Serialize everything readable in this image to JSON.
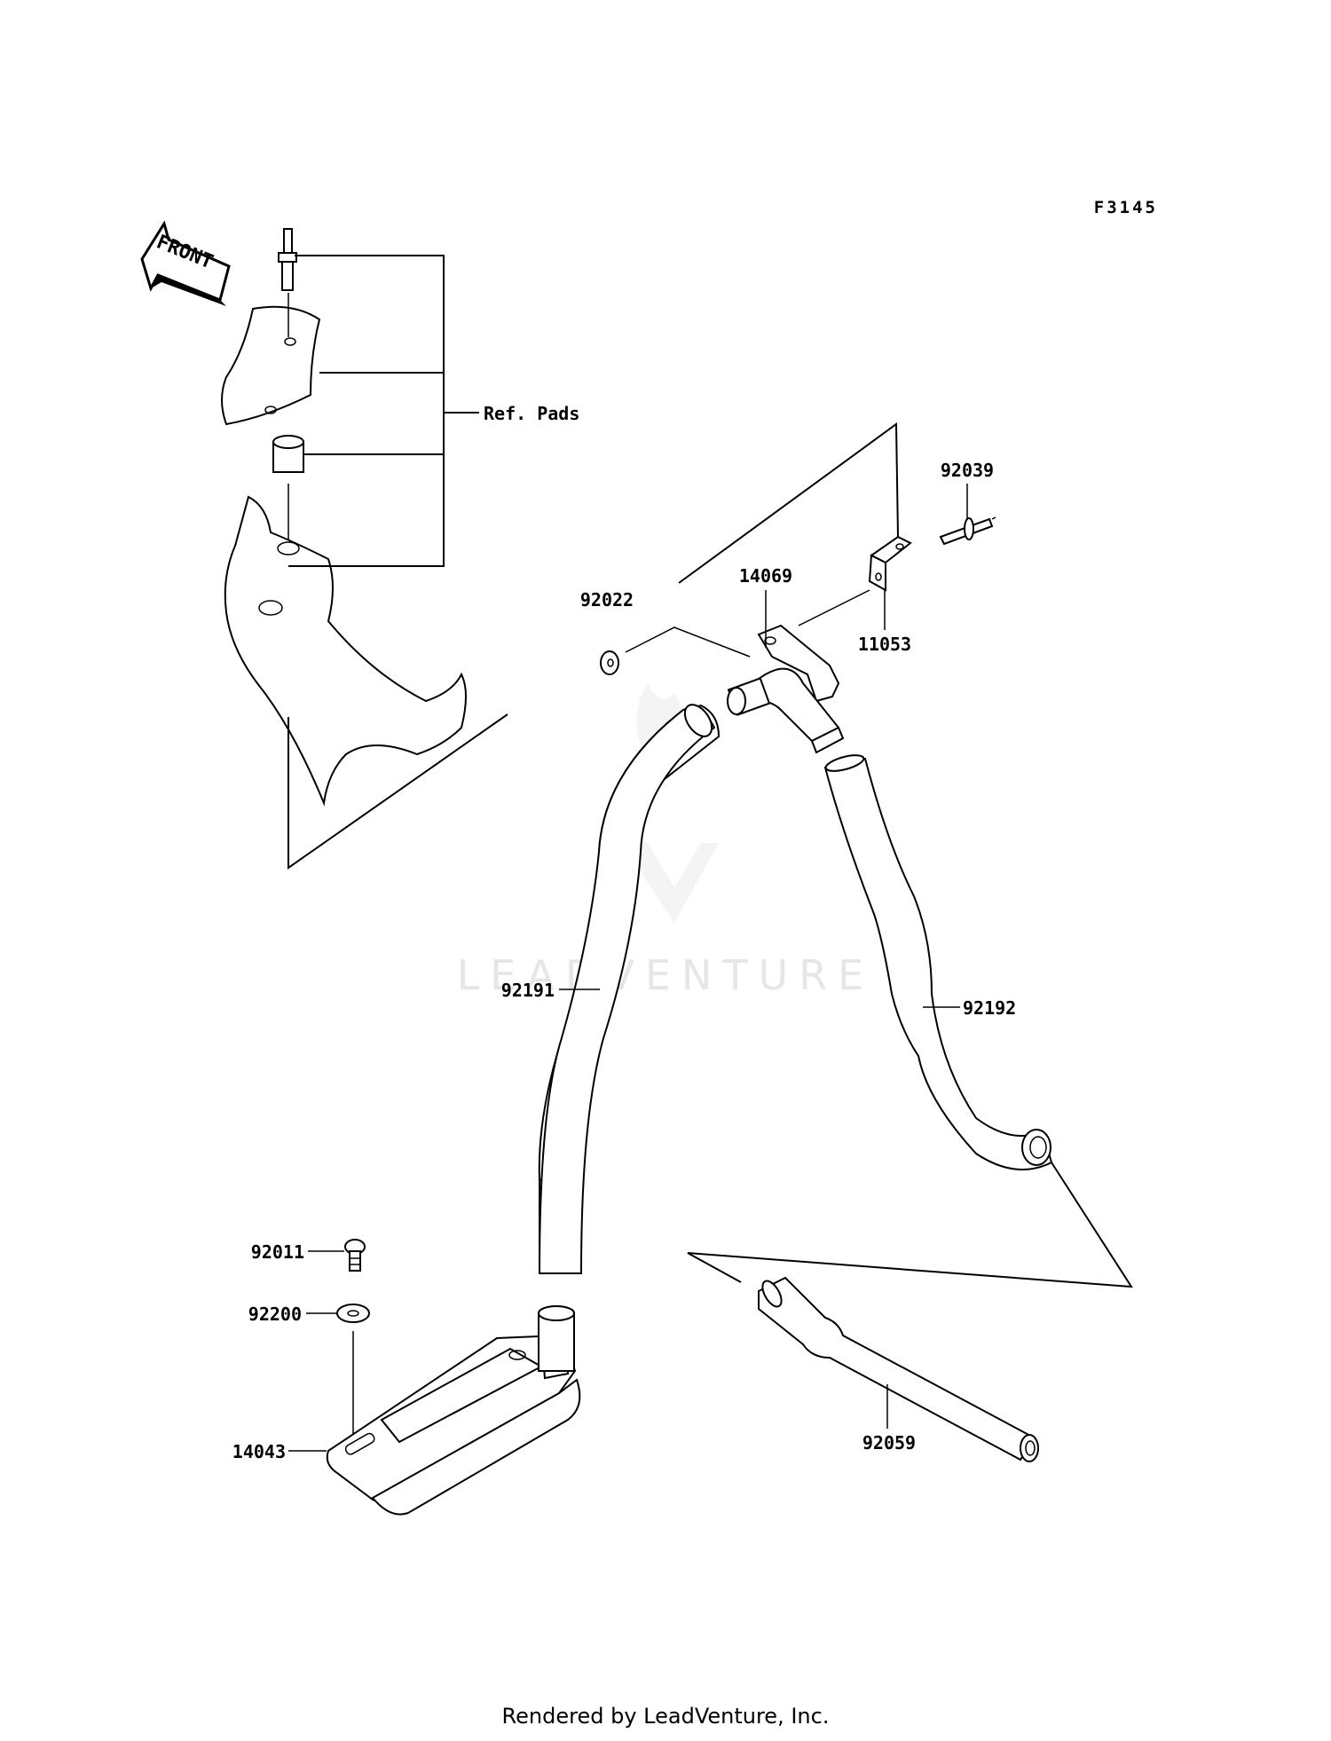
{
  "diagram_code": "F3145",
  "front_arrow_text": "FRONT",
  "ref_label": "Ref. Pads",
  "part_numbers": {
    "p92039": "92039",
    "p14069": "14069",
    "p92022": "92022",
    "p11053": "11053",
    "p92191": "92191",
    "p92192": "92192",
    "p92011": "92011",
    "p92200": "92200",
    "p14043": "14043",
    "p92059": "92059"
  },
  "watermark": "LEADVENTURE",
  "footer": "Rendered by LeadVenture, Inc."
}
